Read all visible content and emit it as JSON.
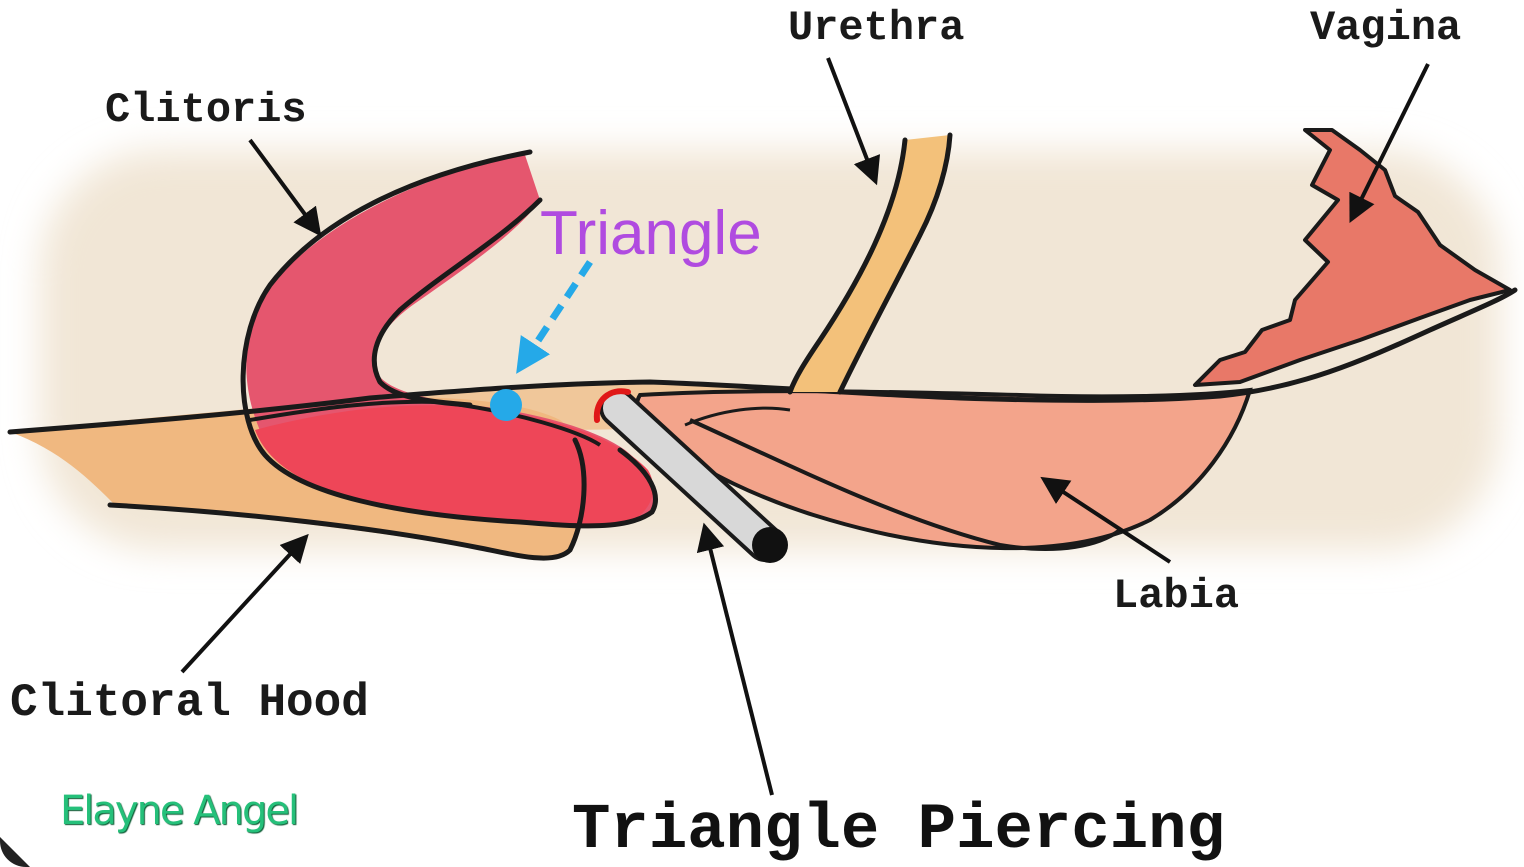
{
  "labels": {
    "clitoris": "Clitoris",
    "urethra": "Urethra",
    "vagina": "Vagina",
    "triangle": "Triangle",
    "labia": "Labia",
    "clitoral_hood": "Clitoral Hood",
    "title": "Triangle Piercing"
  },
  "credit": "Elayne Angel",
  "colors": {
    "background": "#f1e6d6",
    "clitoris": "#e5566e",
    "clitoral_hood": "#f0b880",
    "labia": "#f3a48b",
    "vagina": "#e87868",
    "urethra": "#f3c17a",
    "inner_tissue": "#f0c79a",
    "jewelry": "#d8d8d8",
    "triangle_marker": "#25a9e8",
    "triangle_label": "#b04be0",
    "credit_text": "#25c07a"
  }
}
